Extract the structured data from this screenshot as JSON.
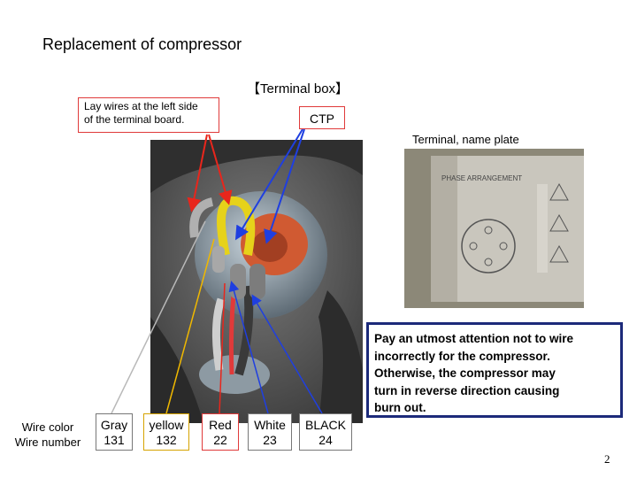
{
  "slide": {
    "title": "Replacement of compressor",
    "subtitle": "【Terminal box】",
    "page_number": "2"
  },
  "callouts": {
    "lay_wires_line1": "Lay wires at the left side",
    "lay_wires_line2": "of the terminal board.",
    "ctp": "CTP",
    "plate_label": "Terminal, name plate"
  },
  "warning": {
    "line1": "Pay an utmost attention not to wire",
    "line2": "incorrectly for the compressor.",
    "line3": "Otherwise, the compressor may",
    "line4": "turn in reverse direction causing",
    "line5": "burn out."
  },
  "legend": {
    "label_color": "Wire color",
    "label_number": "Wire number"
  },
  "wires": [
    {
      "color": "Gray",
      "number": "131"
    },
    {
      "color": "yellow",
      "number": "132"
    },
    {
      "color": "Red",
      "number": "22"
    },
    {
      "color": "White",
      "number": "23"
    },
    {
      "color": "BLACK",
      "number": "24"
    }
  ],
  "name_plate": {
    "heading": "PHASE ARRANGEMENT"
  },
  "colors": {
    "red_arrow": "#e8261c",
    "blue_arrow": "#1f3fe0",
    "gray_line": "#b8b8b8",
    "yellow_line": "#f0b800",
    "warning_border": "#1c2a7a"
  }
}
